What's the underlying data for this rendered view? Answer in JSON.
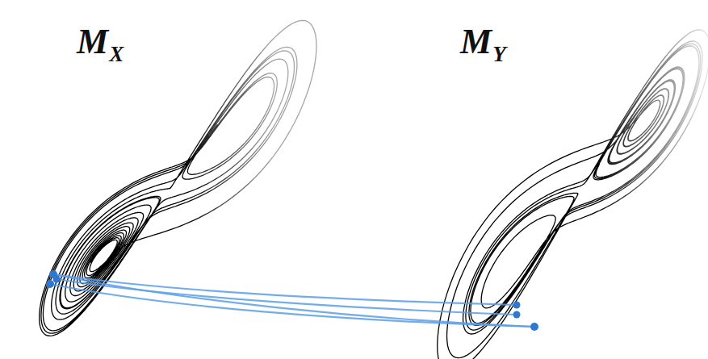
{
  "diagram": {
    "labels": [
      "M",
      "X",
      "M",
      "Y"
    ]
  }
}
